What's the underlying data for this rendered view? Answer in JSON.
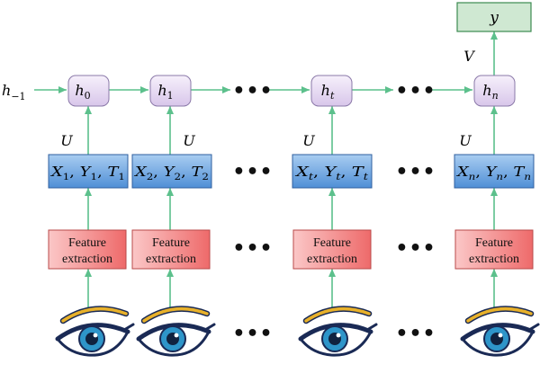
{
  "nodes": {
    "output": {
      "name": "y"
    },
    "initial_state": {
      "name": "h",
      "sub": "−1"
    },
    "hidden": [
      {
        "name": "h",
        "sub": "0"
      },
      {
        "name": "h",
        "sub": "1"
      },
      {
        "name": "h",
        "sub": "t"
      },
      {
        "name": "h",
        "sub": "n"
      }
    ],
    "inputs": [
      {
        "parts": [
          {
            "v": "X",
            "s": "1"
          },
          {
            "v": "Y",
            "s": "1"
          },
          {
            "v": "T",
            "s": "1"
          }
        ]
      },
      {
        "parts": [
          {
            "v": "X",
            "s": "2"
          },
          {
            "v": "Y",
            "s": "2"
          },
          {
            "v": "T",
            "s": "2"
          }
        ]
      },
      {
        "parts": [
          {
            "v": "X",
            "s": "t"
          },
          {
            "v": "Y",
            "s": "t"
          },
          {
            "v": "T",
            "s": "t"
          }
        ]
      },
      {
        "parts": [
          {
            "v": "X",
            "s": "n"
          },
          {
            "v": "Y",
            "s": "n"
          },
          {
            "v": "T",
            "s": "n"
          }
        ]
      }
    ],
    "feature": {
      "line1": "Feature",
      "line2": "extraction"
    }
  },
  "weights": {
    "input_weight": "U",
    "output_weight": "V"
  },
  "ellipsis": "•••",
  "colors": {
    "arrow": "#5cc08c",
    "output_fill": "#cfe8d2",
    "output_stroke": "#3c8a50",
    "hidden_fill_top": "#f6f0fb",
    "hidden_fill_bottom": "#d8c6ea",
    "hidden_stroke": "#8a78a8",
    "input_fill_top": "#a9cdf1",
    "input_fill_bottom": "#4f8fd6",
    "input_stroke": "#2f5f9f",
    "feature_fill_left": "#fbc7c7",
    "feature_fill_right": "#ee6a6a",
    "feature_stroke": "#b84a4a",
    "eyebrow": "#e8b12a",
    "eye_outline": "#1a2a55",
    "iris": "#2e95c9"
  },
  "icon_names": [
    "eye-icon"
  ]
}
